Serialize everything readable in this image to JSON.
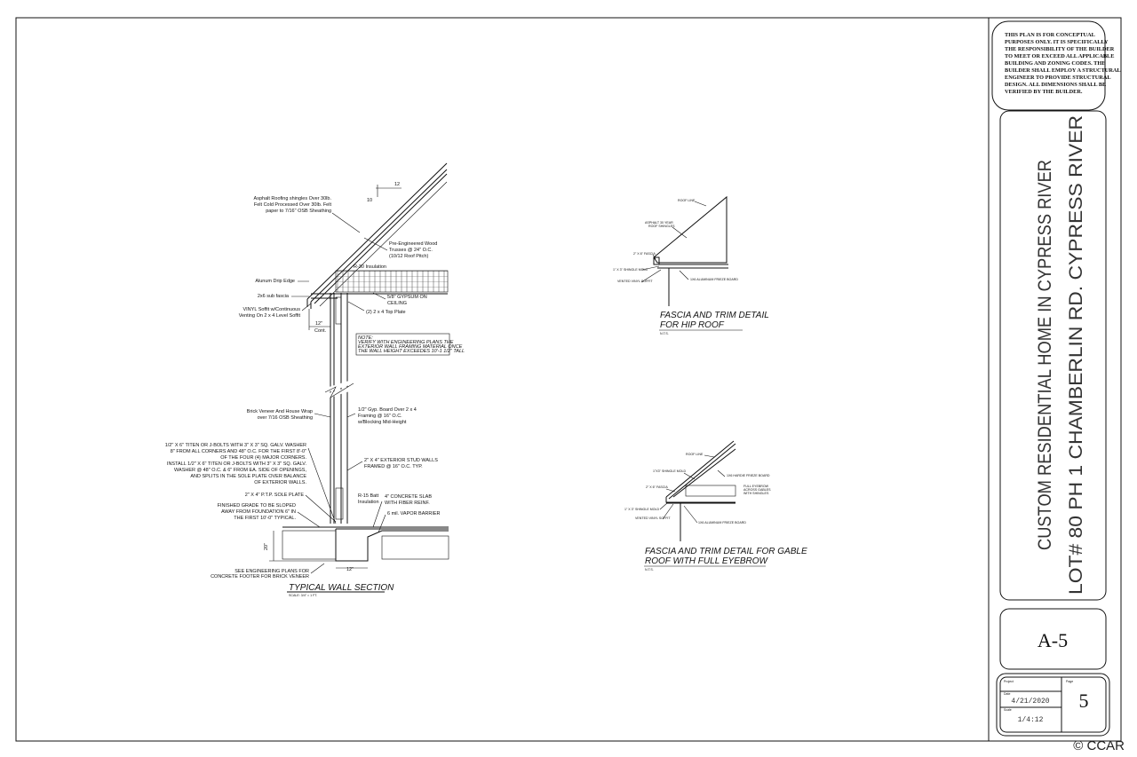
{
  "disclaimer": [
    "THIS PLAN IS FOR CONCEPTUAL",
    "PURPOSES ONLY. IT IS SPECIFICALLY",
    "THE RESPONSIBILITY OF THE BUILDER",
    "TO MEET OR EXCEED ALL APPLICABLE",
    "BUILDING AND ZONING CODES. THE",
    "BUILDER SHALL EMPLOY A STRUCTURAL",
    "ENGINEER TO PROVIDE STRUCTURAL",
    "DESIGN. ALL DIMENSIONS SHALL BE",
    "VERIFIED BY THE BUILDER."
  ],
  "project_title": {
    "line1": "CUSTOM RESIDENTIAL HOME IN CYPRESS RIVER",
    "line2": "LOT# 80 PH 1 CHAMBERLIN RD. CYPRESS RIVER"
  },
  "sheet_number": "A-5",
  "title_block": {
    "project_label": "Project",
    "date_label": "Date",
    "date": "4/21/2020",
    "scale_label": "Scale",
    "scale": "1/4:12",
    "page_label": "Page",
    "page": "5"
  },
  "watermark": "© CCAR",
  "wall_section": {
    "title": "TYPICAL WALL SECTION",
    "scale": "SCALE: 3/4\" = 1 FT.",
    "pitch_run": "12",
    "pitch_rise": "10",
    "labels": {
      "shingles": [
        "Asphalt Roofing shingles Over 30lb.",
        "Felt Cold Processed Over 30lb. Felt",
        "paper to 7/16\" OSB Sheathing"
      ],
      "trusses": [
        "Pre-Engineered Wood",
        "Trusses @ 24\" O.C.",
        "(10/12 Roof Pitch)"
      ],
      "insulation": "R-30 Insulation",
      "drip_edge": "Alunum Drip Edge",
      "sub_fascia": "2x6 sub fascia",
      "soffit": [
        "VINYL Soffit w/Continuous",
        "Venting On 2 x 4 Level Soffit"
      ],
      "gypsum": [
        "5/8\" GYPSUM ON",
        "CEILING"
      ],
      "top_plate": "(2) 2 x 4 Top Plate",
      "overhang": [
        "12\"",
        "Cont."
      ],
      "note": [
        "NOTE:",
        "VERIFY WITH ENGINEERING PLANS THE",
        "EXTERIOR WALL FRAMING MATERIAL ONCE",
        "THE WALL HEIGHT EXCEEDES 10'-1 1/2\" TALL"
      ],
      "brick": [
        "Brick Veneer And House Wrap",
        "over 7/16 OSB Sheathing"
      ],
      "gyp_board": [
        "1/2\" Gyp. Board Over 2 x 4",
        "Framing @ 16\" O.C.",
        "w/Blocking Mid-Height"
      ],
      "bolts": [
        "1/2\" X 6\" TITEN OR J-BOLTS WITH 3\" X 3\" SQ. GALV. WASHER",
        "8\" FROM ALL CORNERS AND 48\" O.C. FOR THE FIRST 8'-0\"",
        "OF THE FOUR (4) MAJOR CORNERS.",
        "INSTALL 1/2\" X 6\" TITEN OR J-BOLTS WITH 3\" X 3\" SQ. GALV.",
        "WASHER @ 48\" O.C. & 6\" FROM EA. SIDE OF OPENINGS,",
        "AND SPLITS IN THE SOLE PLATE OVER BALANCE",
        "OF EXTERIOR WALLS."
      ],
      "studs": [
        "2\" X 4\" EXTERIOR STUD WALLS",
        "FRAMED @ 16\" O.C. TYP."
      ],
      "sole_plate": "2\" X 4\" P.T.P. SOLE PLATE",
      "batt": [
        "R-15 Batt",
        "Insulation"
      ],
      "slab": [
        "4\" CONCRETE SLAB",
        "WITH FIBER REINF."
      ],
      "grade": [
        "FINISHED GRADE TO BE SLOPED",
        "AWAY FROM FOUNDATION 6\" IN",
        "THE FIRST 10'-0\" TYPICAL."
      ],
      "vapor": "6 mil. VAPOR BARRIER",
      "footer_depth": "20\"",
      "footer_width": "12\"",
      "footer_note": [
        "SEE ENGINEERING PLANS FOR",
        "CONCRETE FOOTER FOR BRICK VENEER"
      ]
    }
  },
  "hip_detail": {
    "title": [
      "FASCIA AND TRIM DETAIL",
      "FOR HIP ROOF"
    ],
    "nts": "N.T.S.",
    "labels": {
      "roof_line": "ROOF LINE",
      "shingles": [
        "ASPHALT 30 YEAR",
        "ROOF SHINGLES"
      ],
      "fascia": "2\" X 6\" FASCIA",
      "mold": "1\" X 3\" SHINGLE MOLD",
      "soffit": "VENTED VINYL SOFFIT",
      "frieze": "1X6 ALUMINUM FRIEZE BOARD"
    }
  },
  "gable_detail": {
    "title": [
      "FASCIA AND TRIM DETAIL FOR GABLE",
      "ROOF WITH FULL EYEBROW"
    ],
    "nts": "N.T.S.",
    "labels": {
      "roof_line": "ROOF LINE",
      "shingle_mold_top": "1\"X3\" SHINGLE MOLD",
      "hardie": "1X6 HARDIE FRIEZE BOARD",
      "fascia": "2\" X 6\" FASCIA",
      "eyebrow": [
        "FULL EYEBROW",
        "ACROSS GABLES",
        "WITH SHINGLES"
      ],
      "mold": "1\" X 3\" SHINGLE MOLD",
      "soffit": "VENTED VINYL SOFFIT",
      "frieze": "1X6 ALUMINUM FRIEZE BOARD"
    }
  }
}
